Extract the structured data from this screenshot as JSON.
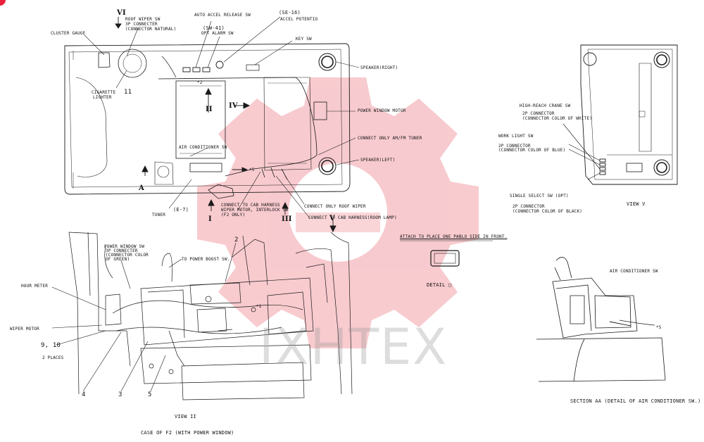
{
  "labels": {
    "cluster_gauge": "CLUSTER GAUGE",
    "view_vi": "VI",
    "roof_wiper_sw": "ROOF WIPER SW",
    "roof_wiper_conn": "3P CONNECTER",
    "roof_wiper_natural": "(CONNECTOR NATURAL)",
    "auto_accel": "AUTO ACCEL RELEASE SW",
    "se16": "(SE-16)",
    "accel_potentio": "ACCEL POTENTIO",
    "sw41": "(SW-41)",
    "opt_alarm": "OPT ALARM SW",
    "key_sw": "KEY SW",
    "speaker_right": "SPEAKER(RIGHT)",
    "cigarette1": "CIGARETTE",
    "cigarette2": "LIGHTER",
    "num_11": "11",
    "num_2_top": "2",
    "roman_ii": "II",
    "roman_iv": "IV",
    "power_window_motor": "POWER WINDOW MOTOR",
    "connect_am_fm": "CONNECT ONLY AM/FM TUNER",
    "speaker_left": "SPEAKER(LEFT)",
    "air_cond_sw": "AIR CONDITIONER SW",
    "star5_top": "*5",
    "letter_a_top": "A",
    "letter_a_left": "A",
    "tuner": "TUNER",
    "e7": "(E-7)",
    "roman_i": "I",
    "connect_cab1": "CONNECT TO CAB HARNESS",
    "connect_cab2": "WIPER MOTOR, INTERLOCK SW",
    "connect_cab3": "(F2 ONLY)",
    "connect_roof_wiper": "CONNECT ONLY ROOF WIPER",
    "roman_iii": "III",
    "connect_room_lamp": "CONNECT TO CAB HARNESS(ROOM LAMP)",
    "roman_v": "V",
    "view_v_top": "V",
    "attach": "ATTACH TO PLACE ONE PABLO SIDE IN FRONT.",
    "detail_d": "DETAIL □",
    "high_reach": "HIGH-REACH CRANE SW",
    "high_reach_conn1": "2P CONNECTOR",
    "high_reach_conn2": "(CONNECTOR COLOR OF WHITE)",
    "work_light": "WORK LIGHT SW",
    "work_light_conn1": "2P CONNECTOR",
    "work_light_conn2": "(CONNECTOR COLOR OF BLUE)",
    "single_select": "SINGLE SELECT SW (OPT)",
    "single_conn1": "2P CONNECTOR",
    "single_conn2": "(CONNECTOR COLOR OF BLACK)",
    "view_v": "VIEW V",
    "pw_sw1": "POWER WINDOW SW",
    "pw_sw2": "3P CONNECTER",
    "pw_sw3": "(CONNECTOR COLOR",
    "pw_sw4": "OF GREEN)",
    "to_power_boost": "TO POWER BOOST SW.",
    "num_2_mid": "2",
    "hour_meter": "HOUR METER",
    "wiper_motor": "WIPER MOTOR",
    "num_9_10": "9, 10",
    "two_places": "2 PLACES",
    "num_4": "4",
    "num_3": "3",
    "num_5": "5",
    "view_ii": "VIEW II",
    "case_f2": "CASE OF F2 (WITH POWER WINDOW)",
    "aircon_sw_right": "AIR CONDITIONER SW",
    "star5_right": "*5",
    "section_aa": "SECTION AA  (DETAIL OF AIR CONDITIONER SW.)",
    "star2": "*2",
    "star1": "*1",
    "watermark": "IXHTEX"
  },
  "colors": {
    "line": "#1a1a1a",
    "watermark_gear": "#f2a0a8",
    "watermark_text": "#a0a0a0",
    "badge": "#e8223a"
  }
}
